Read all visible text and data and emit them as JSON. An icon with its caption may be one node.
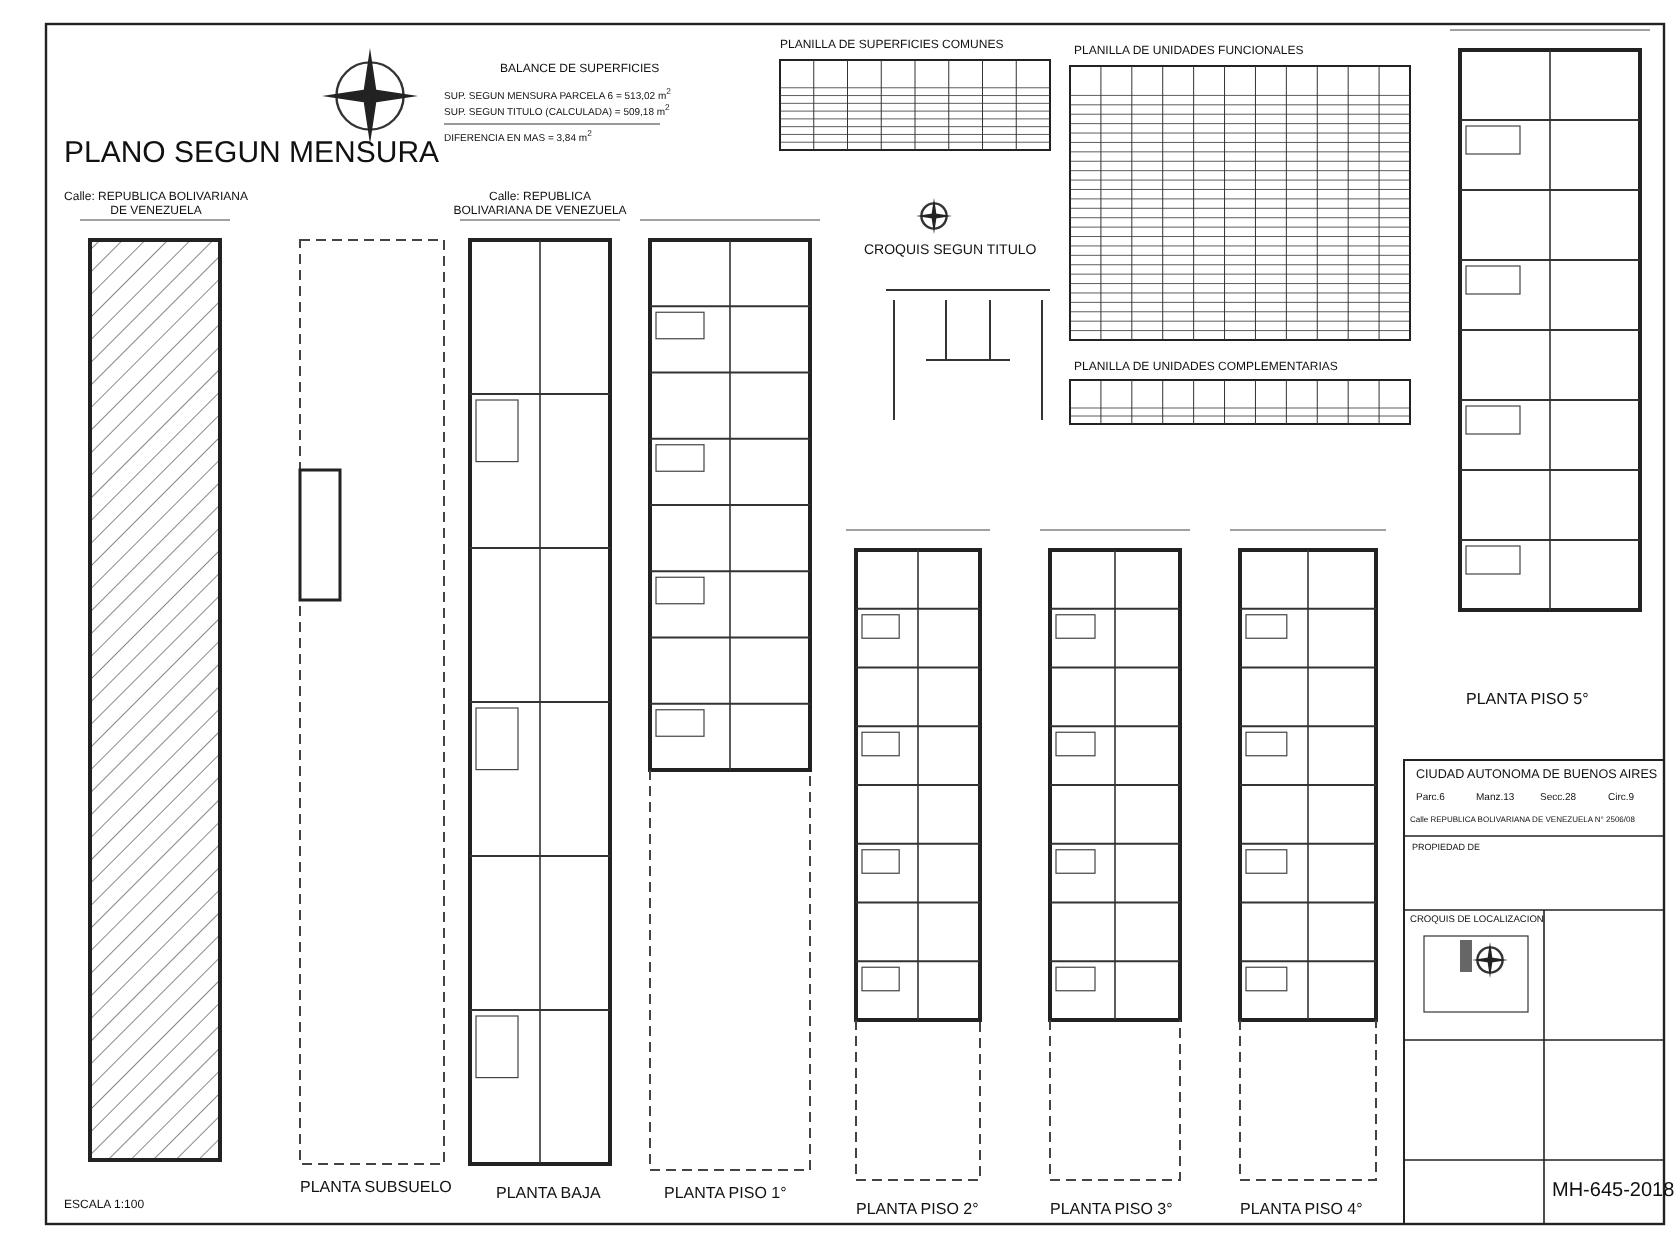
{
  "diagram": {
    "labels": [
      "PLANO SEGUN MENSURA",
      "BALANCE DE SUPERFICIES",
      "SUP. SEGUN MENSURA PARCELA 6 = 513,02 m$^{2}$",
      "SUP. SEGUN TITULO (CALCULADA) = 509,18 m$^{2}$",
      "DIFERENCIA EN MAS = 3,84 m$^{2}$",
      "Calle: REPUBLICA BOLIVARIANA DE VENEZUELA",
      "Calle: REPUBLICA BOLIVARIANA DE VENEZUELA",
      "PLANILLA DE SUPERFICIES COMUNES",
      "PLANILLA DE UNIDADES FUNCIONALES",
      "CROQUIS SEGUN TITULO",
      "PLANILLA DE UNIDADES COMPLEMENTARIAS",
      "PLANTA SUBSUELO",
      "PLANTA BAJA",
      "PLANTA PISO 1°",
      "PLANTA PISO 2°",
      "PLANTA PISO 3°",
      "PLANTA PISO 4°",
      "PLANTA PISO 5°",
      "ESCALA 1:100",
      "CIUDAD AUTONOMA DE BUENOS AIRES",
      "Parc.6",
      "Manz.13",
      "Secc.28",
      "Circ.9",
      "Calle REPUBLICA BOLIVARIANA DE VENEZUELA N° 2506/08",
      "PROPIEDAD DE",
      "CROQUIS DE LOCALIZACION",
      "MH-645-2018"
    ]
  }
}
